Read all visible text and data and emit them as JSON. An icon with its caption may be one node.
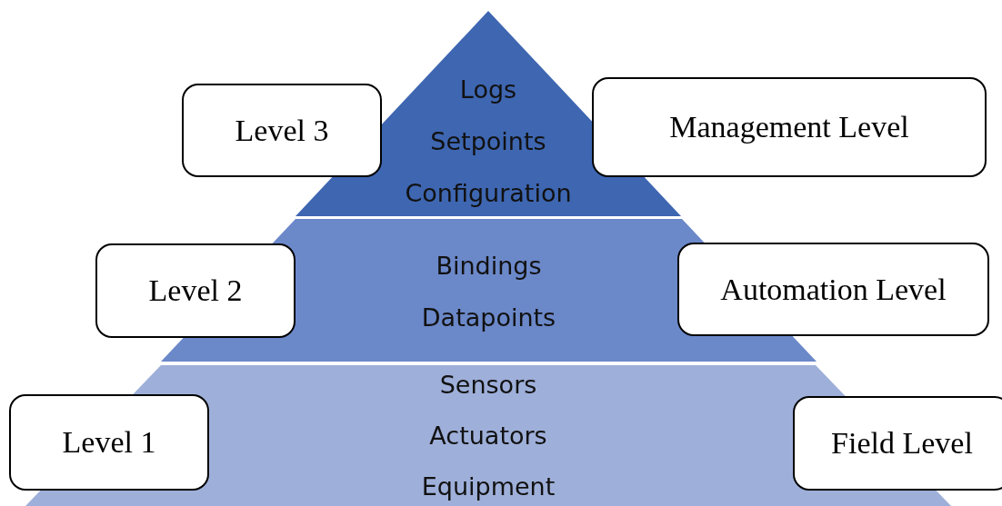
{
  "diagram": {
    "nodes": [
      {
        "text": [
          "Level 3"
        ]
      },
      {
        "text": [
          "Logs",
          "Setpoints",
          "Configuration"
        ]
      },
      {
        "text": [
          "Management Level"
        ]
      },
      {
        "text": [
          "Level 2"
        ]
      },
      {
        "text": [
          "Bindings",
          "Datapoints"
        ]
      },
      {
        "text": [
          "Automation Level"
        ]
      },
      {
        "text": [
          "Level 1"
        ]
      },
      {
        "text": [
          "Sensors",
          "Actuators",
          "Equipment"
        ]
      },
      {
        "text": [
          "Field Level"
        ]
      }
    ],
    "edges": []
  }
}
